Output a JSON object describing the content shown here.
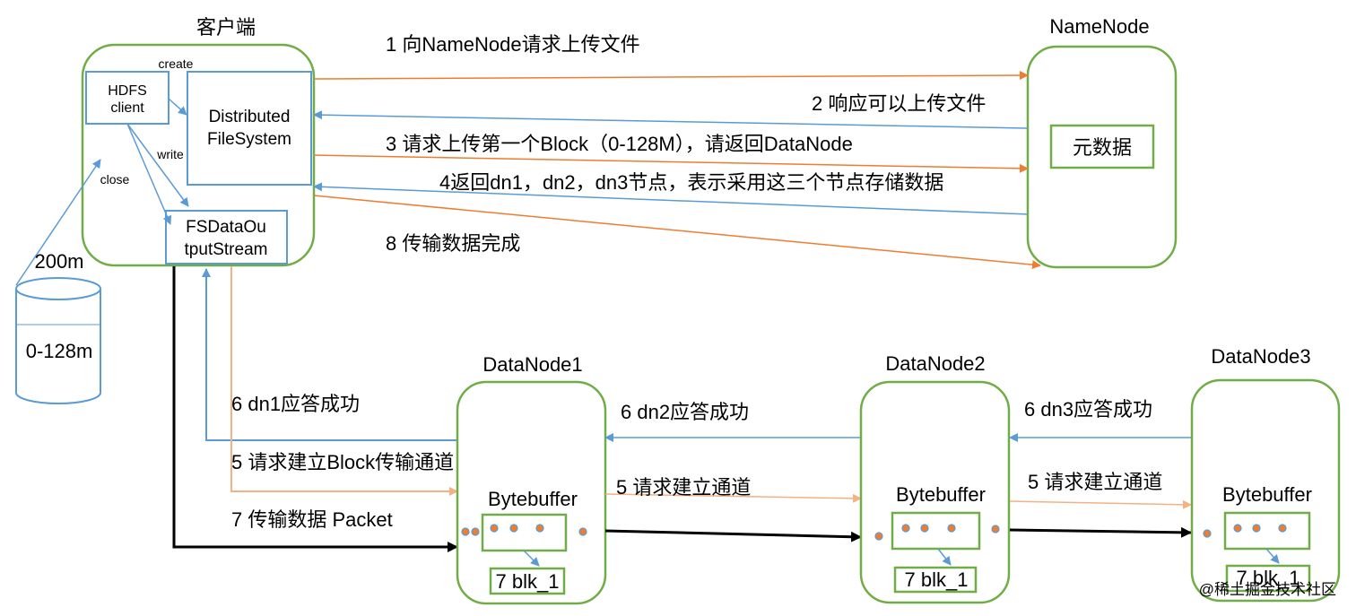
{
  "client": {
    "title": "客户端",
    "hdfs_client": [
      "HDFS",
      "client"
    ],
    "dfs": [
      "Distributed",
      "FileSystem"
    ],
    "fsdos": [
      "FSDataOu",
      "tputStream"
    ],
    "create_label": "create",
    "write_label": "write",
    "close_label": "close"
  },
  "file": {
    "size_label": "200m",
    "block_label": "0-128m"
  },
  "namenode": {
    "title": "NameNode",
    "metadata_label": "元数据"
  },
  "steps": {
    "s1": "1 向NameNode请求上传文件",
    "s2": "2 响应可以上传文件",
    "s3": "3 请求上传第一个Block（0-128M），请返回DataNode",
    "s4": "4返回dn1，dn2，dn3节点，表示采用这三个节点存储数据",
    "s8": "8 传输数据完成",
    "s6_dn1": "6 dn1应答成功",
    "s5_block": "5 请求建立Block传输通道",
    "s7_packet": "7 传输数据  Packet",
    "s6_dn2": "6 dn2应答成功",
    "s5_dn2": "5 请求建立通道",
    "s6_dn3": "6 dn3应答成功",
    "s5_dn3": "5 请求建立通道"
  },
  "datanodes": [
    {
      "title": "DataNode1",
      "buffer_label": "Bytebuffer",
      "block_label": "7 blk_1"
    },
    {
      "title": "DataNode2",
      "buffer_label": "Bytebuffer",
      "block_label": "7 blk_1"
    },
    {
      "title": "DataNode3",
      "buffer_label": "Bytebuffer",
      "block_label": "7 blk_1"
    }
  ],
  "watermark": "@稀土掘金技术社区",
  "colors": {
    "green": "#70ad47",
    "blue": "#5b9bd5",
    "orange": "#ed7d31",
    "orange_light": "#f4b183",
    "black": "#000000",
    "dot_fill": "#ed7d31",
    "dot_ring": "#5b9bd5"
  }
}
